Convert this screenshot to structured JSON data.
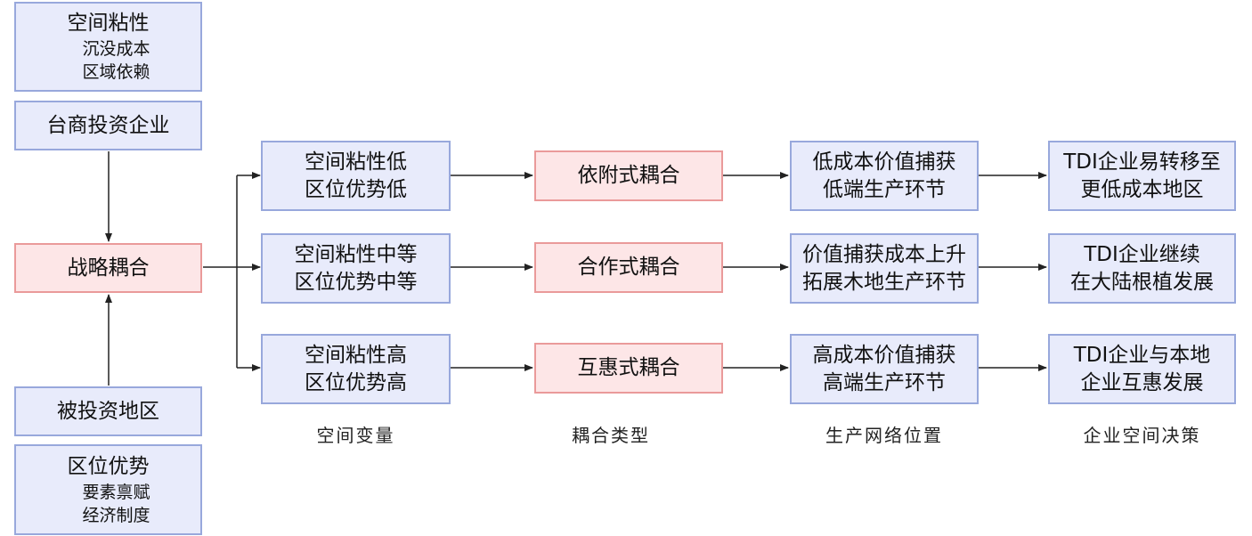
{
  "left_column": {
    "sticky": {
      "title": "空间粘性",
      "items": [
        "沉没成本",
        "区域依赖"
      ]
    },
    "tw_firms": "台商投资企业",
    "coupling": "战略耦合",
    "host_region": "被投资地区",
    "advantage": {
      "title": "区位优势",
      "items": [
        "要素禀赋",
        "经济制度"
      ]
    }
  },
  "rows": [
    {
      "space_var": [
        "空间粘性低",
        "区位优势低"
      ],
      "coupling_type": "依附式耦合",
      "network_position": [
        "低成本价值捕获",
        "低端生产环节"
      ],
      "decision": [
        "TDI企业易转移至",
        "更低成本地区"
      ]
    },
    {
      "space_var": [
        "空间粘性中等",
        "区位优势中等"
      ],
      "coupling_type": "合作式耦合",
      "network_position": [
        "价值捕获成本上升",
        "拓展木地生产环节"
      ],
      "decision": [
        "TDI企业继续",
        "在大陆根植发展"
      ]
    },
    {
      "space_var": [
        "空间粘性高",
        "区位优势高"
      ],
      "coupling_type": "互惠式耦合",
      "network_position": [
        "高成本价值捕获",
        "高端生产环节"
      ],
      "decision": [
        "TDI企业与本地",
        "企业互惠发展"
      ]
    }
  ],
  "captions": {
    "space_var": "空间变量",
    "coupling_type": "耦合类型",
    "network_position": "生产网络位置",
    "decision": "企业空间决策"
  },
  "colors": {
    "blue_fill": "#e8ebfb",
    "blue_border": "#98a8dc",
    "pink_fill": "#fde6e7",
    "pink_border": "#ea9a9a",
    "line": "#222222"
  }
}
